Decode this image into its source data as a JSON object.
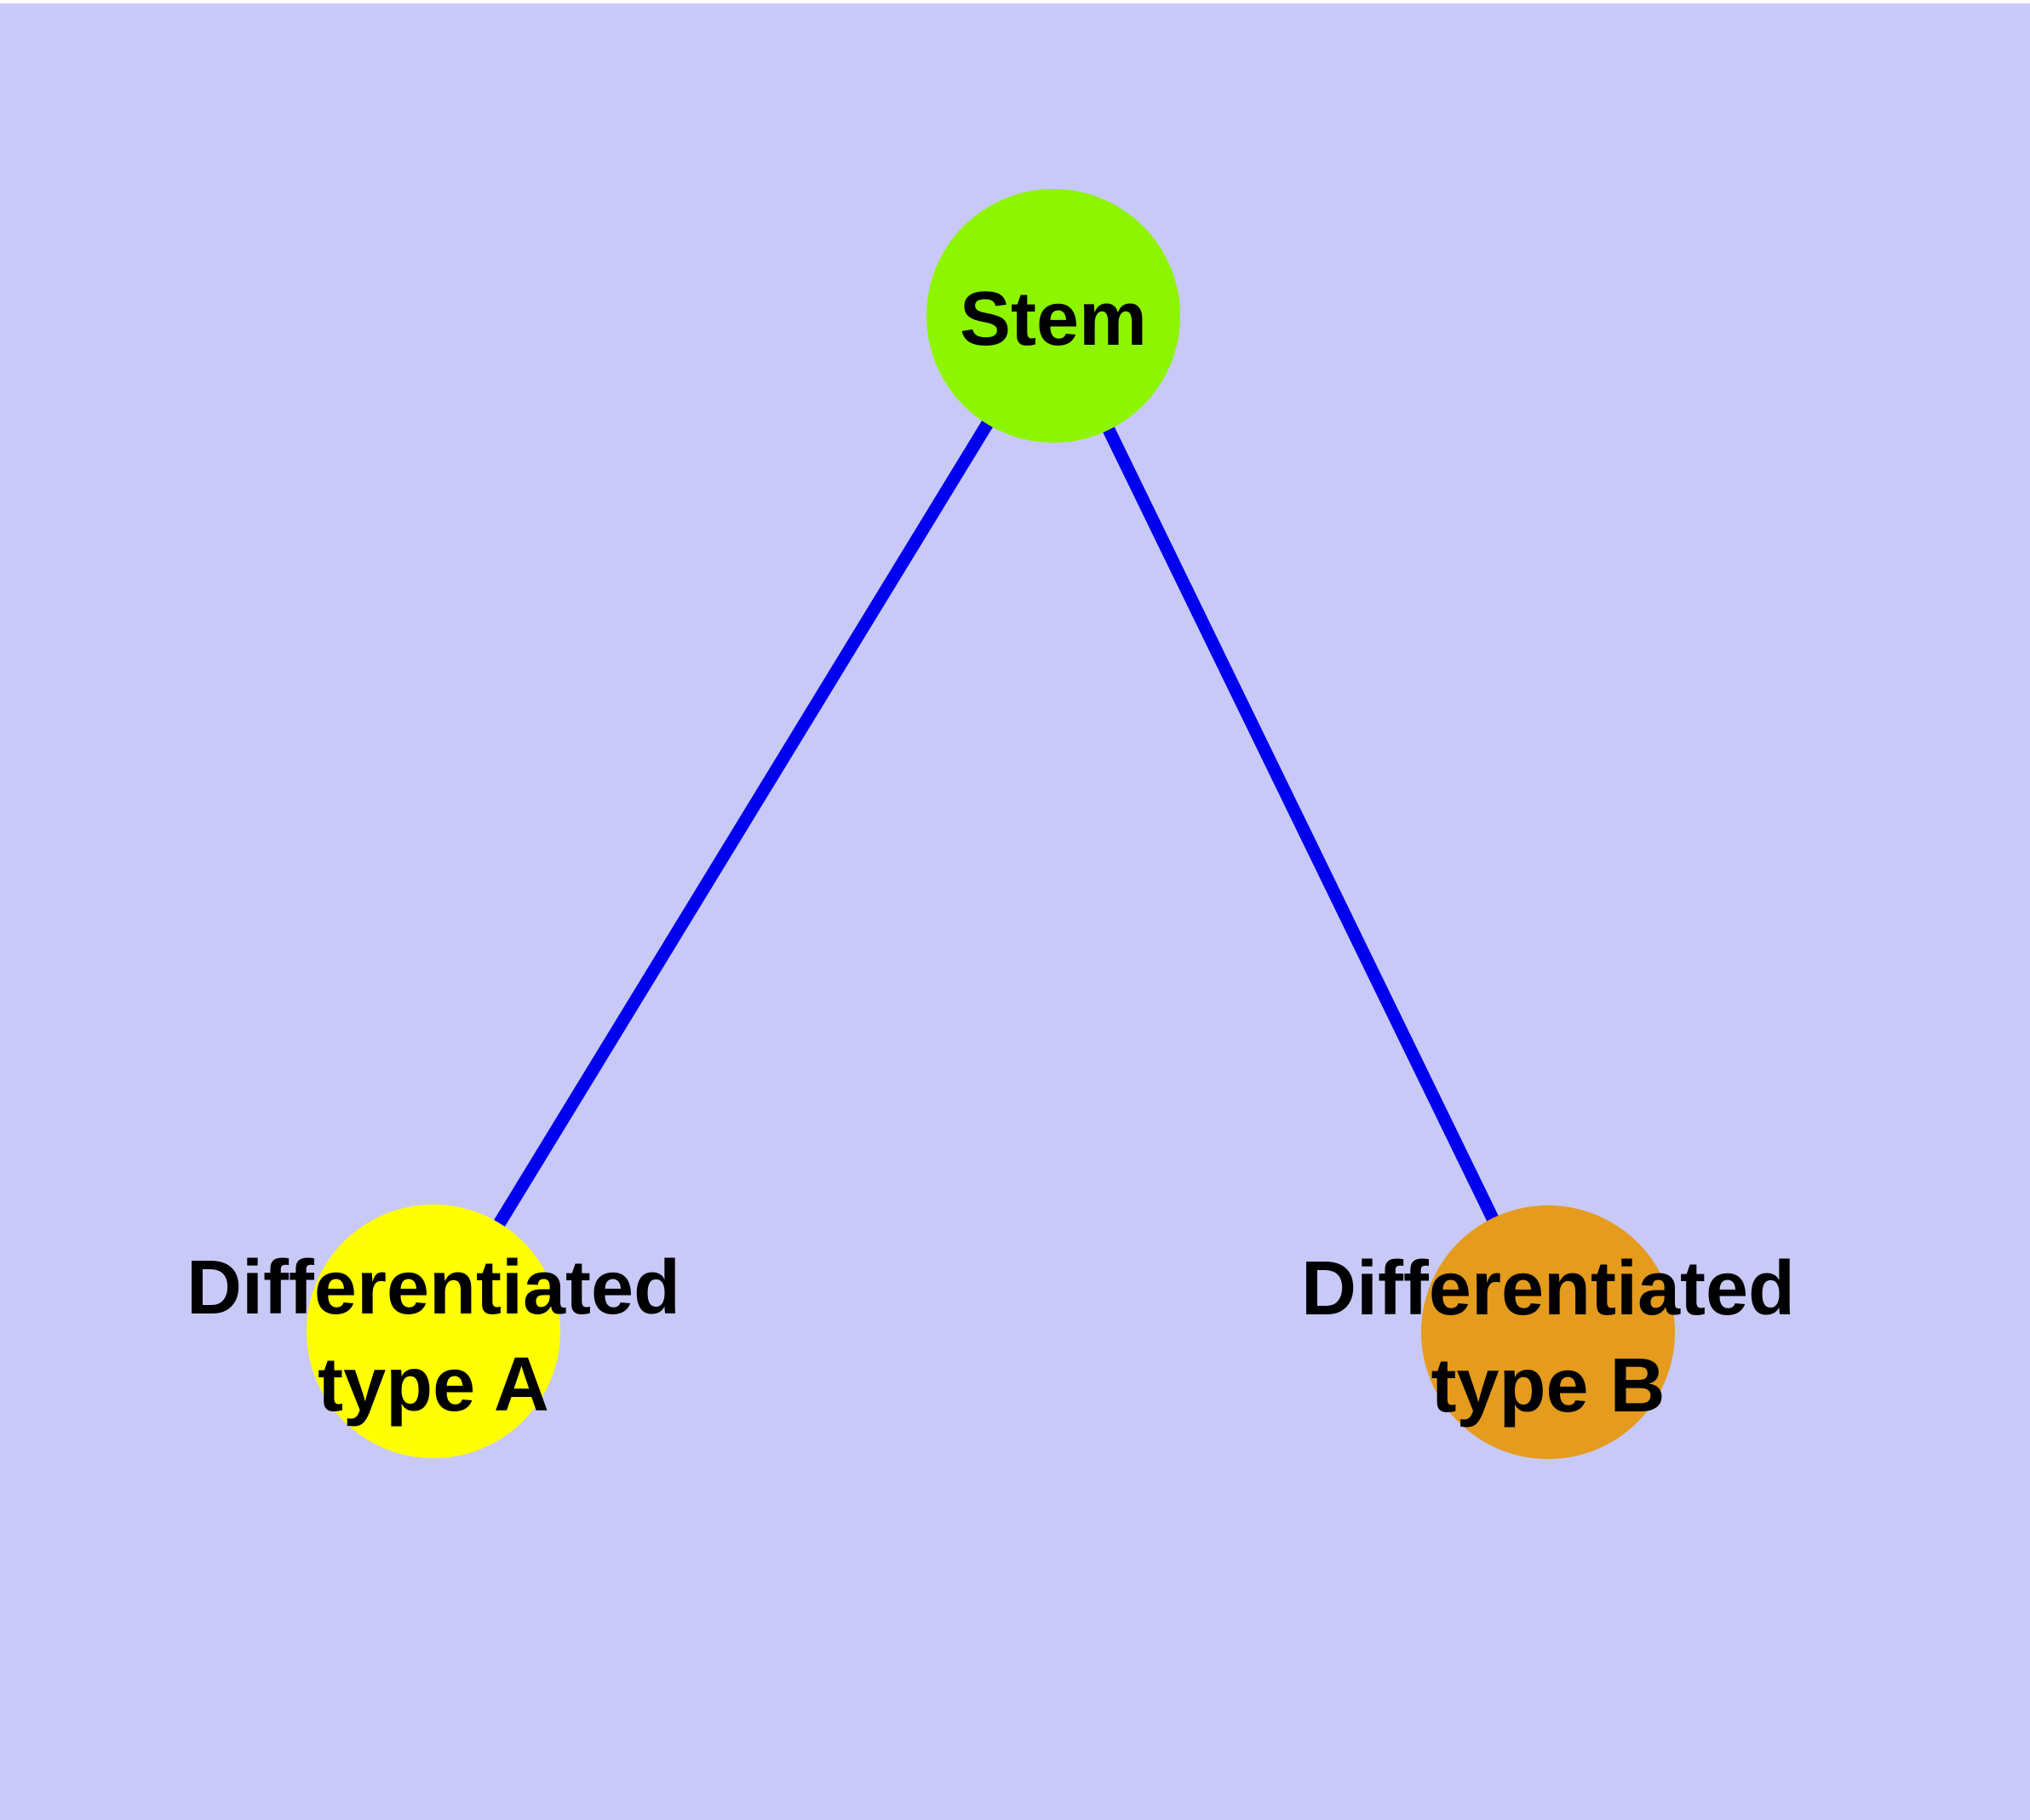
{
  "colors": {
    "page_background": "#ffffff",
    "canvas_background": "#c9c9f7",
    "edge": "#0000ee",
    "node_border": "#6e6e6e",
    "label_text": "#000000"
  },
  "diagram": {
    "type": "graph",
    "nodes": [
      {
        "id": "stem",
        "label": "Stem",
        "lines": [
          "Stem"
        ],
        "fill": "#8df500"
      },
      {
        "id": "type-a",
        "label": "Differentiated type A",
        "lines": [
          "Differentiated",
          "type A"
        ],
        "fill": "#ffff00"
      },
      {
        "id": "type-b",
        "label": "Differentiated type B",
        "lines": [
          "Differentiated",
          "type B"
        ],
        "fill": "#e49b1e"
      }
    ],
    "edges": [
      {
        "from": "Stem",
        "to": "Differentiated type A"
      },
      {
        "from": "Stem",
        "to": "Differentiated type B"
      }
    ]
  }
}
